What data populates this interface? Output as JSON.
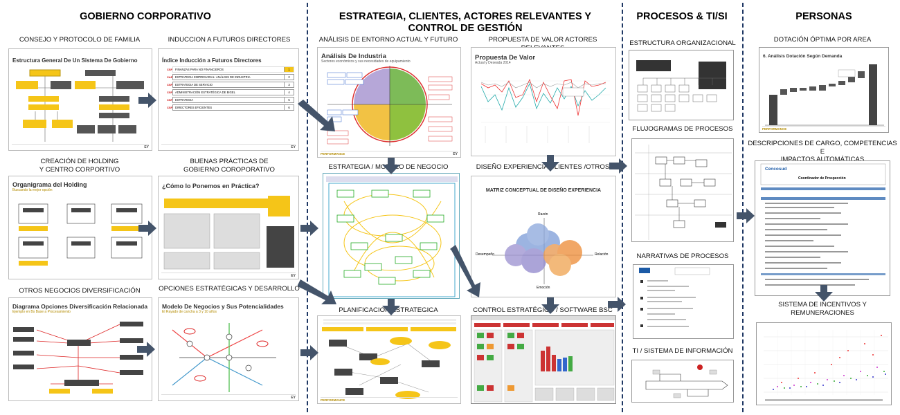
{
  "sections": {
    "gobierno": "GOBIERNO CORPORATIVO",
    "estrategia": "ESTRATEGIA, CLIENTES, ACTORES RELEVANTES Y CONTROL DE GESTIÓN",
    "procesos": "PROCESOS & TI/SI",
    "personas": "PERSONAS"
  },
  "labels": {
    "consejo": "CONSEJO Y PROTOCOLO DE FAMILIA",
    "induccion": "INDUCCION A FUTUROS DIRECTORES",
    "holding": "CREACIÓN DE HOLDING\nY CENTRO CORPORTIVO",
    "buenas": "BUENAS PRÁCTICAS DE\nGOBIERNO COROPORATIVO",
    "otros": "OTROS NEGOCIOS DIVERSIFICACIÓN",
    "opciones": "OPCIONES ESTRATÉGICAS Y DESARROLLO",
    "analisis": "ANÁLISIS DE ENTORNO ACTUAL Y FUTURO",
    "propuesta": "PROPUESTA DE VALOR ACTORES RELEVANTES",
    "modelo": "ESTRATEGIA / MODELO DE NEGOCIO",
    "diseno": "DISEÑO EXPERIENCIA CLIENTES /OTROS",
    "planificacion": "PLANIFICACION ESTRATEGICA",
    "control": "CONTROL ESTRATÉGICO / SOFTWARE BSC",
    "estructura": "ESTRUCTURA ORGANIZACIONAL",
    "flujogramas": "FLUJOGRAMAS DE PROCESOS",
    "narrativas": "NARRATIVAS DE PROCESOS",
    "ti": "TI / SISTEMA DE INFORMACIÓN",
    "dotacion": "DOTACIÓN ÓPTIMA POR AREA",
    "descripciones": "DESCRIPCIONES DE CARGO, COMPETENCIAS E\nIMPACTOS AUTOMÁTICAS",
    "incentivos": "SISTEMA DE INCENTIVOS Y\nREMUNERACIONES"
  },
  "slides": {
    "consejo": {
      "title": "Estructura General De Un Sistema De Gobierno"
    },
    "induccion": {
      "title": "Índice Inducción a Futuros Directores",
      "rows": [
        {
          "code": "CSF",
          "text": "FINANZAS PARA NO FINANCIEROS",
          "n": "1"
        },
        {
          "code": "CAF",
          "text": "ESTRATEGIA EMPRESARIAL: ANÁLISIS DE INDUSTRIA",
          "n": "2"
        },
        {
          "code": "CSF",
          "text": "ESTRATEGIA DE SERVICIO",
          "n": "3"
        },
        {
          "code": "CSF",
          "text": "ADMINISTRACIÓN ESTRATÉGICA DE BIGEL",
          "n": "4"
        },
        {
          "code": "CSF",
          "text": "ESTRATEGIA",
          "n": "5"
        },
        {
          "code": "CSF",
          "text": "DIRECTORES EFICIENTES",
          "n": "6"
        }
      ]
    },
    "holding": {
      "title": "Organigrama del Holding",
      "sub": "Buscando la mejor opción"
    },
    "buenas": {
      "title": "¿Cómo lo Ponemos en Práctica?"
    },
    "otros": {
      "title": "Diagrama Opciones Diversificación Relacionada",
      "sub": "Ejemplo en Bs Base a Procesamiento"
    },
    "opciones": {
      "title": "Modelo De Negocios y Sus Potencialidades",
      "sub": "El Rayado de cancha a 3 y 10 años"
    },
    "analisis": {
      "title": "Análisis De Industria",
      "sub": "Sectores económicos y sus necesidades de equipamiento"
    },
    "propuesta": {
      "title": "Propuesta De Valor",
      "sub": "Actual y Deseada 2014"
    },
    "diseno": {
      "title": "MATRIZ CONCEPTUAL DE DISEÑO EXPERIENCIA",
      "axis_top": "Razón",
      "axis_bottom": "Emoción",
      "axis_left": "Desempeño",
      "axis_right": "Relación"
    },
    "dotacion": {
      "title": "6. Análisis Dotación Según Demanda"
    },
    "descripciones": {
      "title": "Coordinador de Prospección",
      "brand": "Cencosud"
    },
    "performance": "PERFORMANCE",
    "ey": "EY"
  }
}
